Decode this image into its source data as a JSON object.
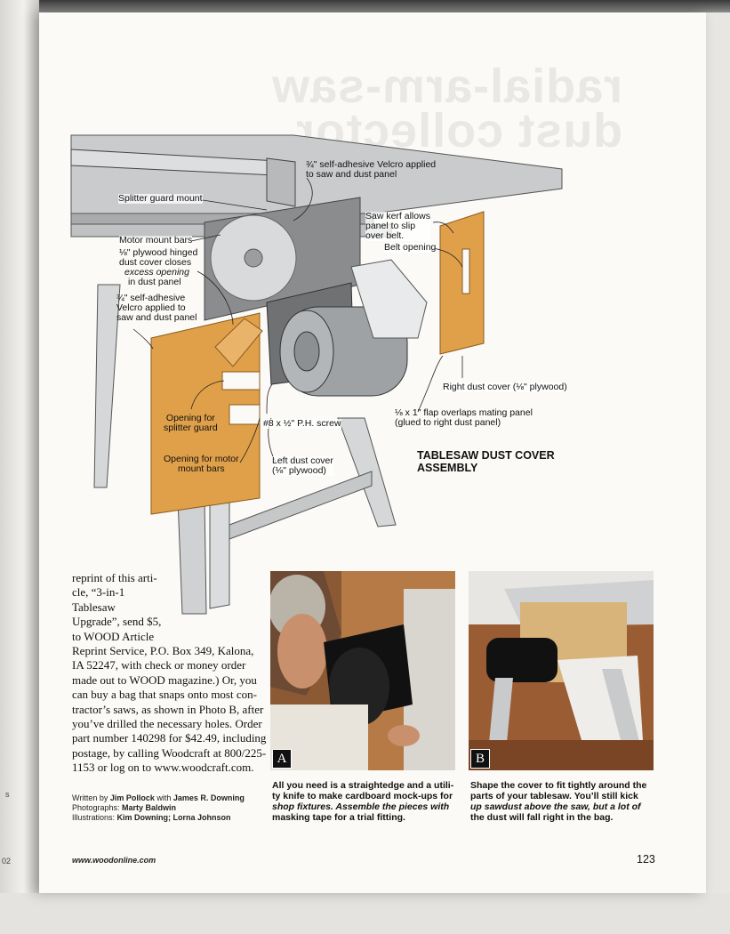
{
  "diagram": {
    "title_line1": "TABLESAW DUST COVER",
    "title_line2": "ASSEMBLY",
    "labels": {
      "velcro_top_1": "¾\" self-adhesive Velcro applied",
      "velcro_top_2": "to saw and dust panel",
      "splitter_mount": "Splitter guard mount",
      "motor_bars": "Motor mount bars",
      "hinged_1": "⅛\" plywood hinged",
      "hinged_2": "dust cover closes",
      "hinged_3": "excess opening",
      "hinged_4": "in dust panel",
      "velcro_left_1": "¾\" self-adhesive",
      "velcro_left_2": "Velcro applied to",
      "velcro_left_3": "saw and dust panel",
      "kerf_1": "Saw kerf allows",
      "kerf_2": "panel to slip",
      "kerf_3": "over belt.",
      "belt_opening": "Belt opening",
      "right_cover": "Right dust cover (⅛\" plywood)",
      "flap_1": "⅛ x 1\" flap overlaps mating panel",
      "flap_2": "(glued to right dust panel)",
      "open_splitter_1": "Opening for",
      "open_splitter_2": "splitter guard",
      "screw": "#8 x ½\" P.H. screw",
      "open_motor_1": "Opening for motor",
      "open_motor_2": "mount bars",
      "left_cover_1": "Left dust cover",
      "left_cover_2": "(⅛\" plywood)"
    }
  },
  "body_text": [
    "reprint of this arti-",
    "cle, “3-in-1",
    "Tablesaw",
    "Upgrade”, send $5,",
    "to WOOD Article",
    "Reprint Service, P.O. Box 349, Kalona,",
    "IA 52247, with check or money order",
    "made out to WOOD magazine.) Or, you",
    "can buy a bag that snaps onto most con-",
    "tractor’s saws, as shown in Photo B, after",
    "you’ve drilled the necessary holes. Order",
    "part number 140298 for $42.49, including",
    "postage, by calling Woodcraft at 800/225-",
    "1153 or log on to www.woodcraft.com."
  ],
  "credits": {
    "written_prefix": "Written by ",
    "written_names": "Jim Pollock",
    "written_with": " with ",
    "written_names2": "James R. Downing",
    "photo_prefix": "Photographs: ",
    "photo_names": "Marty Baldwin",
    "illus_prefix": "Illustrations: ",
    "illus_names": "Kim Downing; Lorna Johnson"
  },
  "photos": {
    "a": {
      "tag": "A",
      "caption_1": "All you need is a straightedge and a utili-",
      "caption_2": "ty knife to make cardboard mock-ups for",
      "caption_3": "shop fixtures. Assemble the pieces with",
      "caption_4": "masking tape for a trial fitting."
    },
    "b": {
      "tag": "B",
      "caption_1": "Shape the cover to fit tightly around the",
      "caption_2": "parts of your tablesaw. You’ll still kick",
      "caption_3": "up sawdust above the saw, but a lot of",
      "caption_4": "the dust will fall right in the bag."
    }
  },
  "footer": {
    "url": "www.woodonline.com",
    "page_number": "123"
  },
  "margin": {
    "s": "s",
    "num": "02"
  },
  "colors": {
    "plywood": "#e0a04a",
    "metal": "#b9bcbf",
    "page": "#fbfaf7"
  }
}
